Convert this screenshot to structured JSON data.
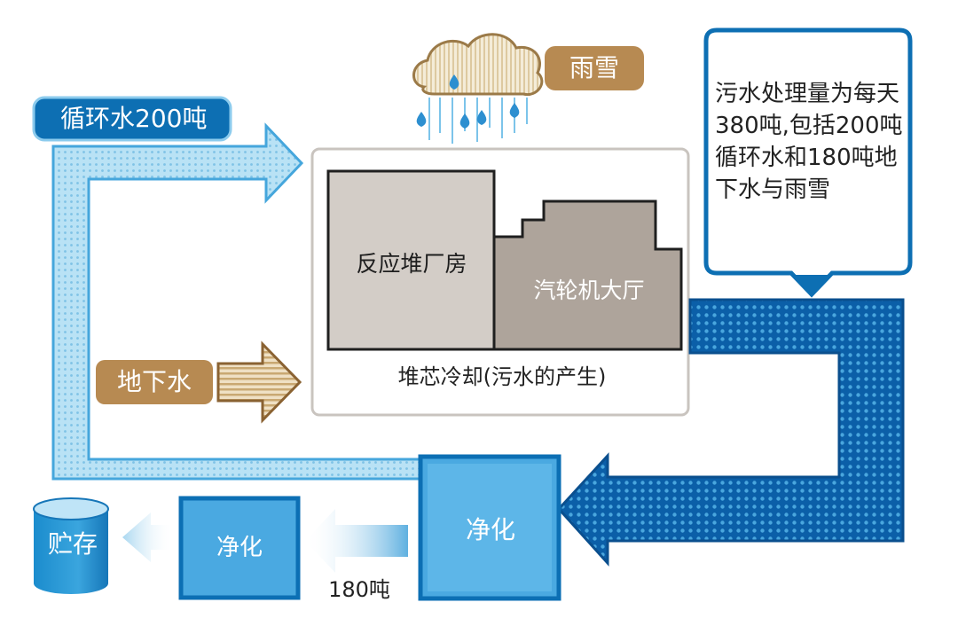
{
  "labels": {
    "recycle_water": "循环水200吨",
    "rain_snow": "雨雪",
    "groundwater": "地下水",
    "reactor_building": "反应堆厂房",
    "turbine_hall": "汽轮机大厅",
    "caption": "堆芯冷却(污水的产生)",
    "purify_main": "净化",
    "purify_second": "净化",
    "storage": "贮存",
    "flow_amount": "180吨"
  },
  "info_box": {
    "text": "污水处理量为每天380吨,包括200吨循环水和180吨地下水与雨雪"
  },
  "colors": {
    "dark_blue": "#0d6fb3",
    "mid_blue": "#2f8fc8",
    "light_blue": "#a9daf2",
    "pale_blue": "#d4eef9",
    "tag_brown": "#b78a52",
    "building_light": "#d3cdc7",
    "building_dark": "#aea49b"
  },
  "icons": [
    "cloud-icon",
    "raindrop-icon",
    "storage-tank-icon",
    "arrow-right-icon",
    "arrow-left-icon"
  ]
}
